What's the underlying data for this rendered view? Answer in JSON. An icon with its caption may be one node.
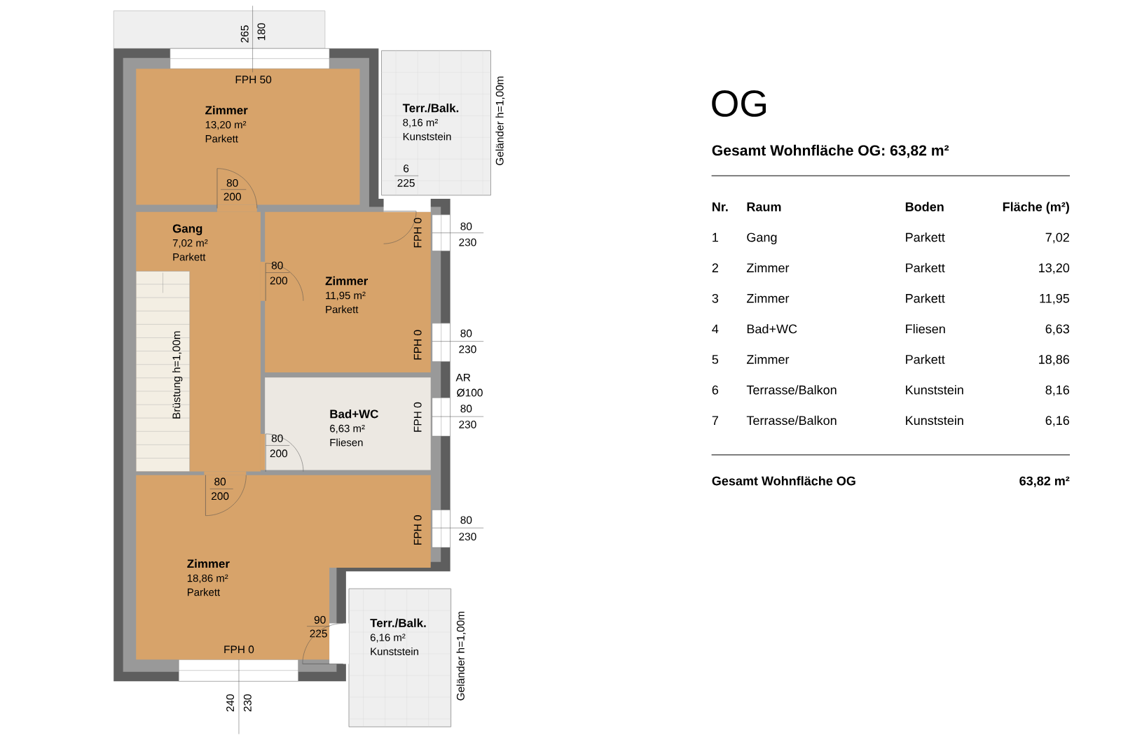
{
  "diagram": {
    "title": "OG",
    "nodes": [
      {
        "text": [
          "Zimmer",
          "13,20 m²",
          "Parkett"
        ]
      },
      {
        "text": [
          "Terr./Balk.",
          "8,16 m²",
          "Kunststein"
        ]
      },
      {
        "text": [
          "Gang",
          "7,02 m²",
          "Parkett"
        ]
      },
      {
        "text": [
          "Zimmer",
          "11,95 m²",
          "Parkett"
        ]
      },
      {
        "text": [
          "Bad+WC",
          "6,63 m²",
          "Fliesen"
        ]
      },
      {
        "text": [
          "Zimmer",
          "18,86 m²",
          "Parkett"
        ]
      },
      {
        "text": [
          "Terr./Balk.",
          "6,16 m²",
          "Kunststein"
        ]
      },
      {
        "text": [
          "Brüstung h=1,00m"
        ],
        "in": 2
      }
    ],
    "labels": [
      "265",
      "180",
      "FPH 50",
      "Geländer h=1,00m",
      "80",
      "200",
      "6",
      "225",
      "FPH 0",
      "80",
      "230",
      "80",
      "200",
      "FPH 0",
      "80",
      "230",
      "AR",
      "Ø100",
      "FPH 0",
      "80",
      "230",
      "80",
      "200",
      "80",
      "200",
      "FPH 0",
      "80",
      "230",
      "90",
      "225",
      "Geländer h=1,00m",
      "FPH 0",
      "240",
      "230",
      "Gesamt Wohnfläche OG: 63,82 m²",
      "Nr.",
      "Raum",
      "Boden",
      "Fläche (m²)",
      "1",
      "Gang",
      "Parkett",
      "7,02",
      "2",
      "Zimmer",
      "Parkett",
      "13,20",
      "3",
      "Zimmer",
      "Parkett",
      "11,95",
      "4",
      "Bad+WC",
      "Fliesen",
      "6,63",
      "5",
      "Zimmer",
      "Parkett",
      "18,86",
      "6",
      "Terrasse/Balkon",
      "Kunststein",
      "8,16",
      "7",
      "Terrasse/Balkon",
      "Kunststein",
      "6,16",
      "Gesamt Wohnfläche OG",
      "63,82 m²"
    ]
  }
}
